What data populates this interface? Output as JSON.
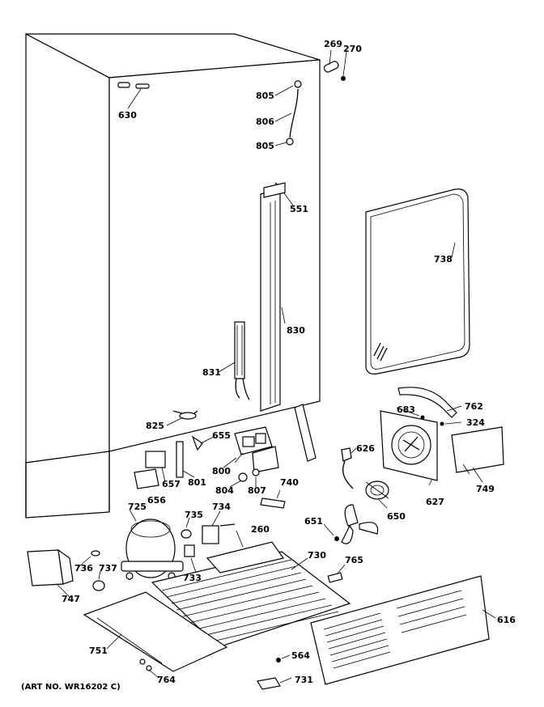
{
  "diagram": {
    "art_number": "(ART NO. WR16202 C)",
    "parts": {
      "p269": "269",
      "p270": "270",
      "p630": "630",
      "p805a": "805",
      "p806": "806",
      "p805b": "805",
      "p551": "551",
      "p738": "738",
      "p830": "830",
      "p831": "831",
      "p825": "825",
      "p655": "655",
      "p683": "683",
      "p762": "762",
      "p324": "324",
      "p626": "626",
      "p657": "657",
      "p656": "656",
      "p800": "800",
      "p801": "801",
      "p804": "804",
      "p807": "807",
      "p740": "740",
      "p627": "627",
      "p749": "749",
      "p650": "650",
      "p651": "651",
      "p725": "725",
      "p735": "735",
      "p734": "734",
      "p260": "260",
      "p730": "730",
      "p765": "765",
      "p736": "736",
      "p737": "737",
      "p733": "733",
      "p747": "747",
      "p616": "616",
      "p751": "751",
      "p564": "564",
      "p731": "731",
      "p764": "764"
    }
  }
}
